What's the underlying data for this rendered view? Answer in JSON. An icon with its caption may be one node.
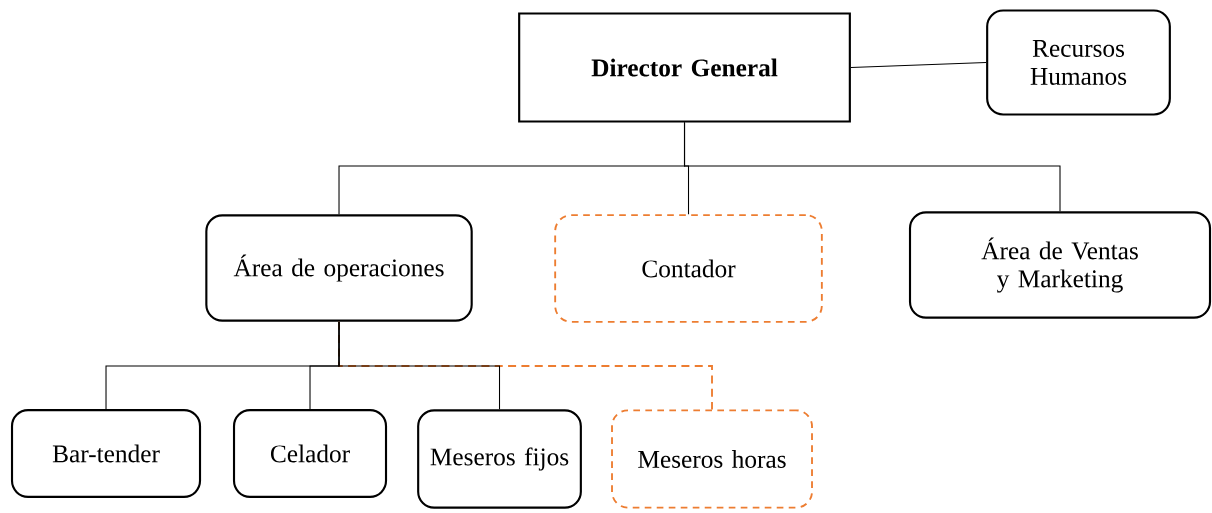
{
  "diagram": {
    "nodes": [
      {
        "text": [
          "Director General"
        ]
      },
      {
        "text": [
          "Recursos Humanos"
        ]
      },
      {
        "text": [
          "Área de operaciones"
        ]
      },
      {
        "text": [
          "Contador"
        ]
      },
      {
        "text": [
          "Área de Ventas y Marketing"
        ]
      },
      {
        "text": [
          "Bar-tender"
        ]
      },
      {
        "text": [
          "Celador"
        ]
      },
      {
        "text": [
          "Meseros fijos"
        ]
      },
      {
        "text": [
          "Meseros horas"
        ]
      }
    ],
    "edges": [
      {
        "from": 0,
        "to": 1,
        "arrow": "none"
      },
      {
        "from": 0,
        "to": 2,
        "arrow": "none"
      },
      {
        "from": 0,
        "to": 3,
        "arrow": "none"
      },
      {
        "from": 0,
        "to": 4,
        "arrow": "none"
      },
      {
        "from": 2,
        "to": 5,
        "arrow": "none"
      },
      {
        "from": 2,
        "to": 6,
        "arrow": "none"
      },
      {
        "from": 2,
        "to": 7,
        "arrow": "none"
      },
      {
        "from": 2,
        "to": 8,
        "arrow": "none",
        "style": "dashed",
        "color": "#ed7d31"
      }
    ]
  }
}
